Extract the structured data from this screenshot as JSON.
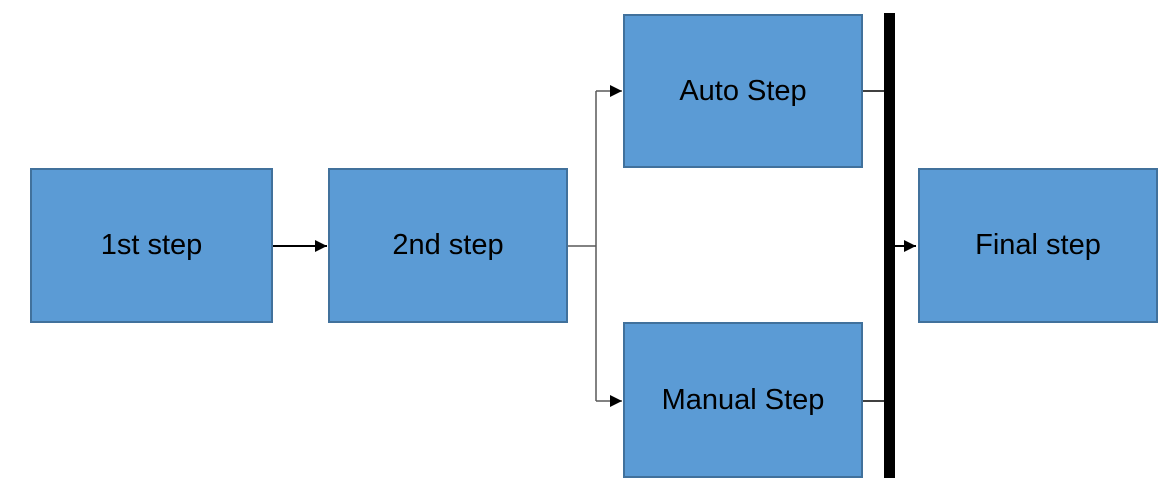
{
  "diagram": {
    "type": "flowchart",
    "colors": {
      "node_fill": "#5b9bd5",
      "node_border": "#41719c",
      "connector": "#000000",
      "branch_connector": "#595959",
      "sync_bar": "#000000",
      "text": "#000000",
      "background": "#ffffff"
    },
    "nodes": [
      {
        "id": "step1",
        "label": "1st step"
      },
      {
        "id": "step2",
        "label": "2nd step"
      },
      {
        "id": "auto",
        "label": "Auto Step"
      },
      {
        "id": "manual",
        "label": "Manual Step"
      },
      {
        "id": "final",
        "label": "Final step"
      }
    ],
    "sync_bar": {
      "id": "join-bar",
      "kind": "synchronization-bar"
    },
    "edges": [
      {
        "from": "1st step",
        "to": "2nd step",
        "style": "arrow"
      },
      {
        "from": "2nd step",
        "to": "Auto Step",
        "style": "elbow-arrow"
      },
      {
        "from": "2nd step",
        "to": "Manual Step",
        "style": "elbow-arrow"
      },
      {
        "from": "Auto Step",
        "to": "join-bar",
        "style": "line"
      },
      {
        "from": "Manual Step",
        "to": "join-bar",
        "style": "line"
      },
      {
        "from": "join-bar",
        "to": "Final step",
        "style": "arrow"
      }
    ]
  }
}
